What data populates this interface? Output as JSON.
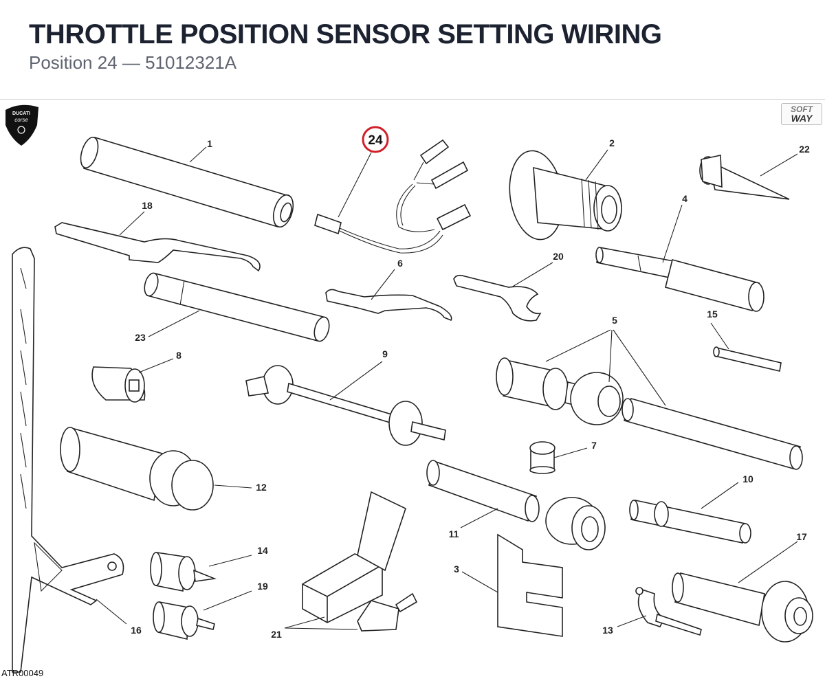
{
  "header": {
    "title": "THROTTLE POSITION SENSOR SETTING WIRING",
    "subtitle": "Position 24 — 51012321A"
  },
  "logo": {
    "text_top": "DUCATI",
    "text_bottom": "corse"
  },
  "badge": {
    "line1": "SOFT",
    "line2": "WAY"
  },
  "highlight": {
    "label": "24",
    "color": "#d0202a"
  },
  "callouts": [
    "1",
    "2",
    "3",
    "4",
    "5",
    "6",
    "7",
    "8",
    "9",
    "10",
    "11",
    "12",
    "13",
    "14",
    "15",
    "16",
    "17",
    "18",
    "19",
    "20",
    "21",
    "22",
    "23"
  ],
  "footer": {
    "code": "ATR00049"
  }
}
